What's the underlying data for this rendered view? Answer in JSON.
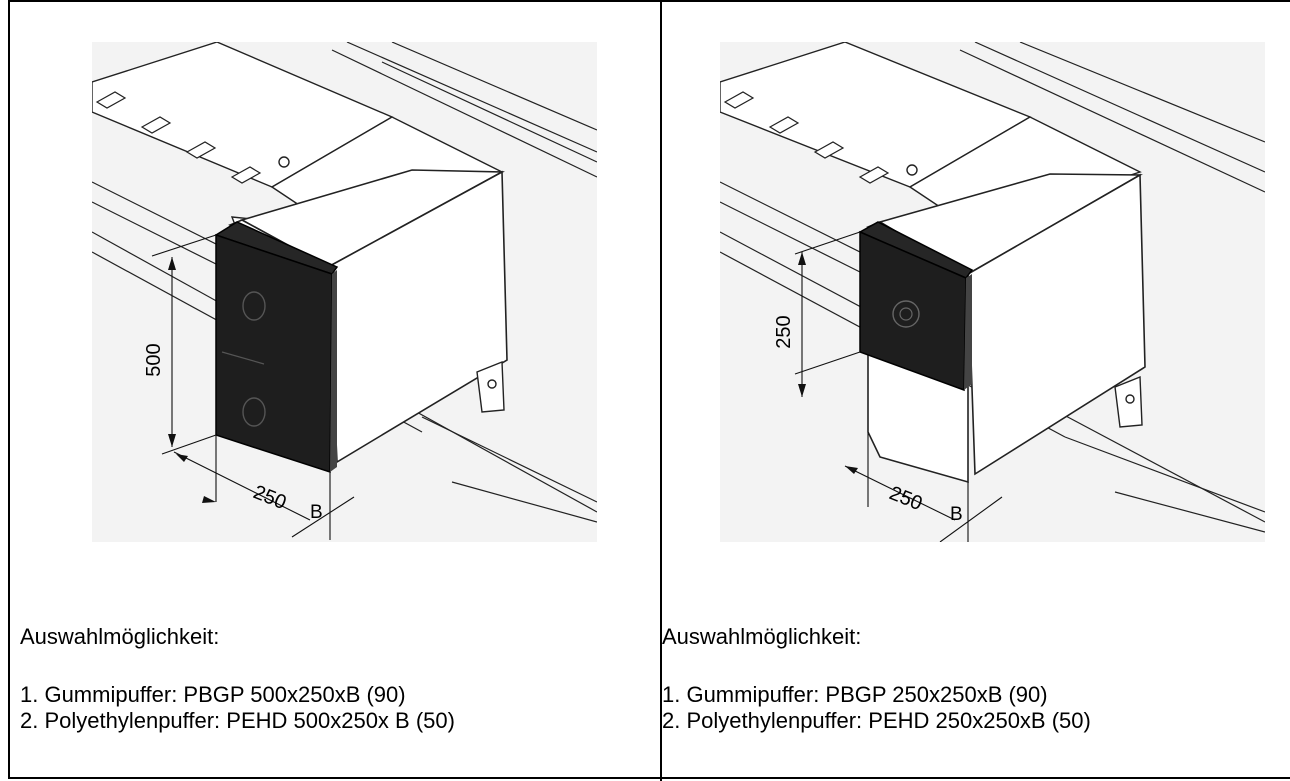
{
  "panels": [
    {
      "dimension_height": "500",
      "dimension_width": "250",
      "dimension_depth": "B",
      "heading": "Auswahlmöglichkeit:",
      "option_1": "1. Gummipuffer:  PBGP 500x250xB (90)",
      "option_2": "2. Polyethylenpuffer:  PEHD 500x250x B (50)"
    },
    {
      "dimension_height": "250",
      "dimension_width": "250",
      "dimension_depth": "B",
      "heading": "Auswahlmöglichkeit:",
      "option_1": "1. Gummipuffer:  PBGP 250x250xB (90)",
      "option_2": "2. Polyethylenpuffer:  PEHD 250x250xB (50)"
    }
  ]
}
